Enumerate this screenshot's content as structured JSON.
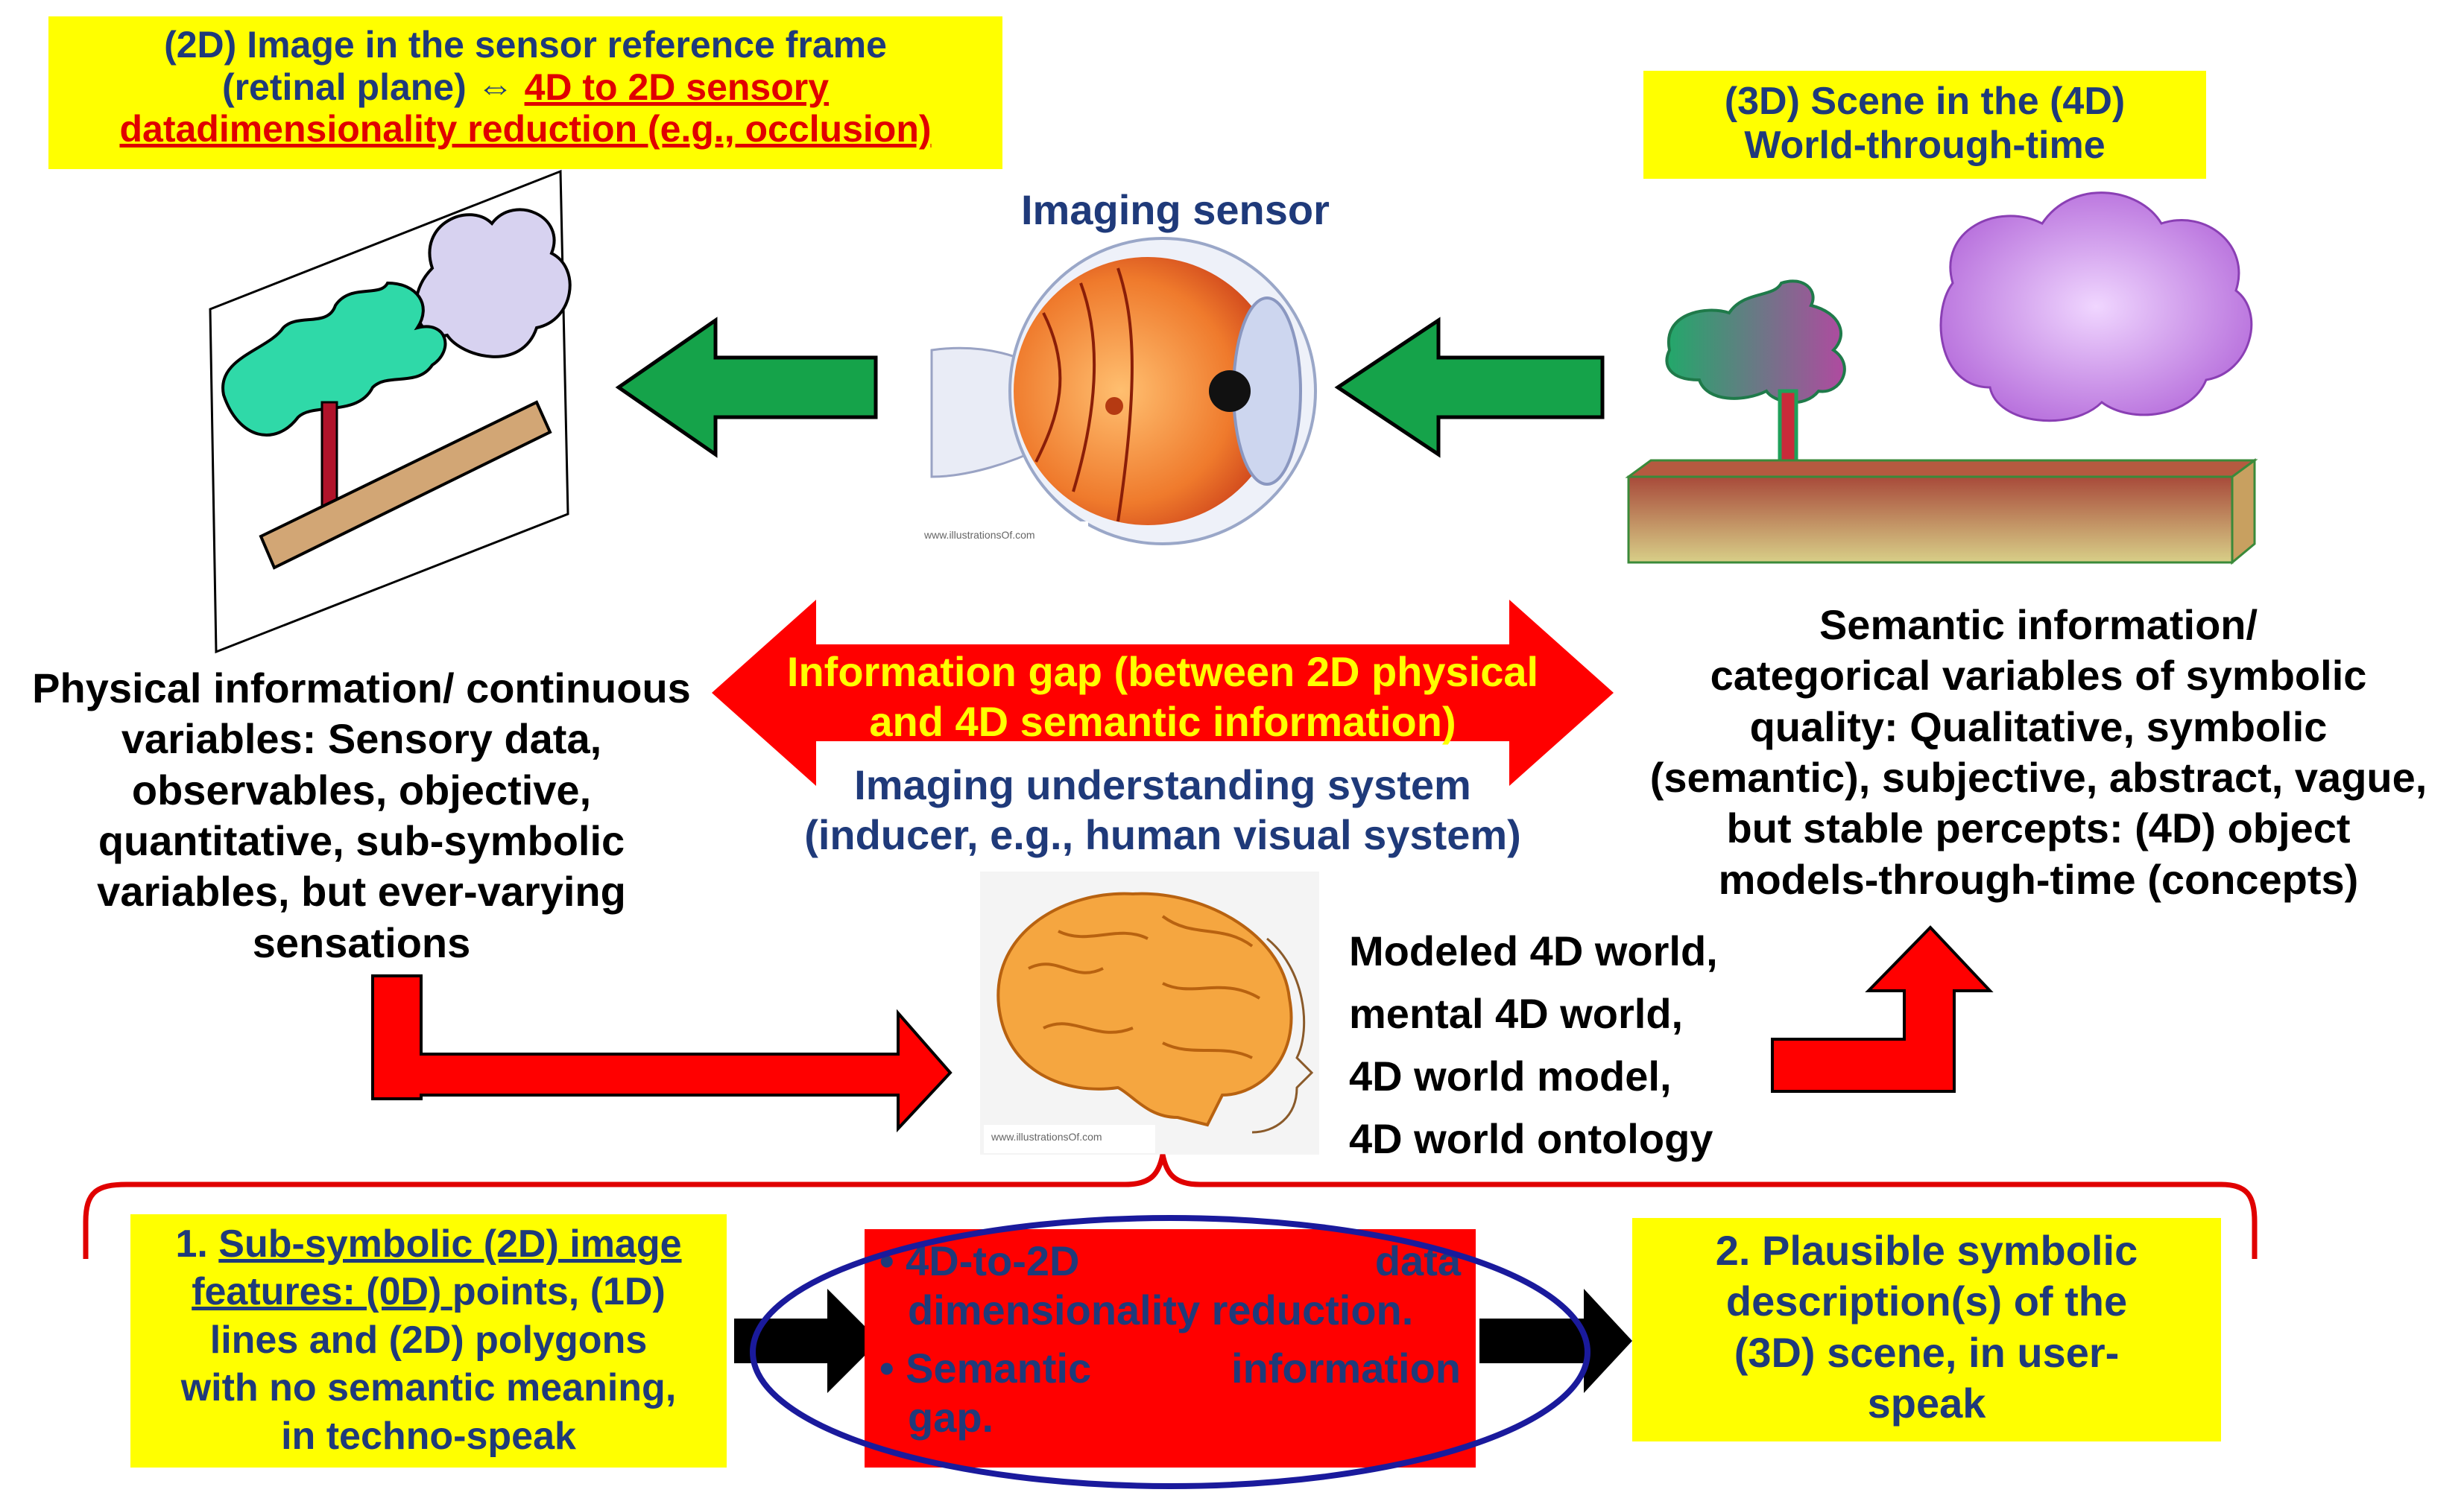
{
  "top_left_box": {
    "line1": "(2D) Image in the sensor reference frame",
    "line2_prefix": "(retinal plane) ⇔ ",
    "line2_red": "4D to 2D sensory",
    "line3_red": "datadimensionality reduction (e.g., occlusion)"
  },
  "top_right_box": {
    "line1": "(3D) Scene in the (4D)",
    "line2": "World-through-time"
  },
  "imaging_sensor_label": "Imaging sensor",
  "eye_watermark": "www.illustrationsOf.com",
  "physical_info": {
    "lines": [
      "Physical information/ continuous",
      "variables: Sensory data,",
      "observables, objective,",
      "quantitative, sub-symbolic",
      "variables, but ever-varying",
      "sensations"
    ]
  },
  "semantic_info": {
    "lines": [
      "Semantic information/",
      "categorical  variables of symbolic",
      "quality: Qualitative, symbolic",
      "(semantic), subjective, abstract, vague,",
      "but stable  percepts: (4D) object",
      "models-through-time (concepts)"
    ]
  },
  "info_gap": {
    "line1": "Information gap (between 2D physical",
    "line2": "and  4D semantic information)"
  },
  "understanding_system": {
    "line1": "Imaging understanding system",
    "line2": "(inducer, e.g., human visual system)"
  },
  "modeled_world": {
    "lines": [
      "Modeled 4D world,",
      "mental 4D world,",
      "4D world model,",
      "4D world ontology"
    ]
  },
  "brain_watermark": "www.illustrationsOf.com",
  "box1": {
    "line1_prefix": "1. ",
    "line1_ul": "Sub-symbolic (2D) image",
    "line2_ul": "features: (0D) ",
    "line2_rest": "points, (1D)",
    "line3": "lines and (2D) polygons",
    "line4": "with no semantic meaning,",
    "line5": "in techno-speak"
  },
  "center_box": {
    "bullet1_a": "• 4D-to-2D",
    "bullet1_b": "data",
    "bullet1_c": "dimensionality reduction.",
    "bullet2_a": "• Semantic",
    "bullet2_b": "information",
    "bullet2_c": "gap."
  },
  "box2": {
    "lines": [
      "2. Plausible symbolic",
      "description(s) of the",
      "(3D) scene, in user-",
      "speak"
    ]
  },
  "colors": {
    "yellow": "#ffff00",
    "red": "#ff0000",
    "green_arrow": "#16a34a",
    "navy_text": "#1f3a7a",
    "ellipse": "#1a1a9c"
  }
}
